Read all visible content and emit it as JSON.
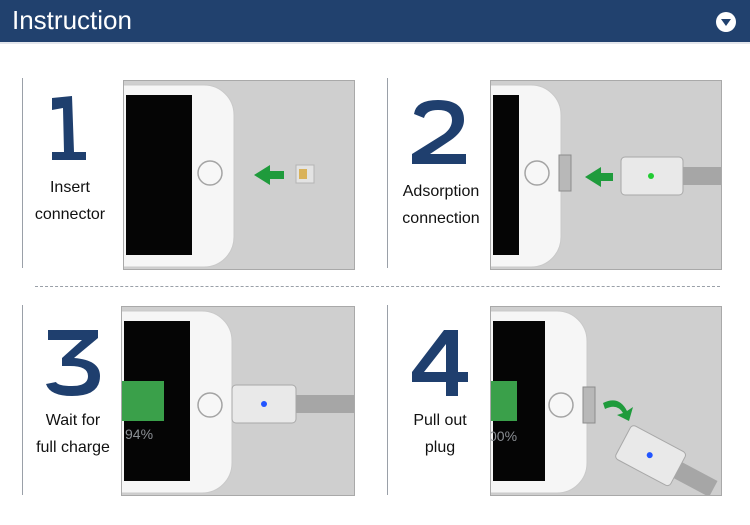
{
  "header": {
    "title": "Instruction",
    "toggle_icon": "chevron-down-icon"
  },
  "steps": [
    {
      "number": "1",
      "caption_line1": "Insert",
      "caption_line2": "connector"
    },
    {
      "number": "2",
      "caption_line1": "Adsorption",
      "caption_line2": "connection"
    },
    {
      "number": "3",
      "caption_line1": "Wait for",
      "caption_line2": "full charge",
      "battery_text": "94%"
    },
    {
      "number": "4",
      "caption_line1": "Pull out",
      "caption_line2": "plug",
      "battery_text": "00%"
    }
  ],
  "colors": {
    "banner": "#21416e",
    "numeral": "#1f3f6e",
    "arrow": "#1f9b3c",
    "battery": "#3aa04a",
    "led_green": "#22cc33",
    "led_blue": "#2255ff"
  }
}
